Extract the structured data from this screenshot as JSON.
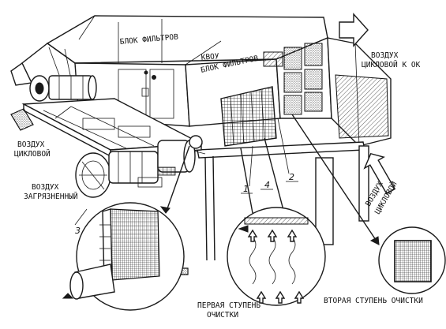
{
  "labels": {
    "filter_block": "БЛОК ФИЛЬТРОВ",
    "kvou": "КВОУ",
    "filter_block_2": "БЛОК ФИЛЬТРОВ",
    "air_cyclone_to_ok_1": "ВОЗДУХ",
    "air_cyclone_to_ok_2": "ЦИКЛОВОЙ К ОК",
    "air_cyclone_left_1": "ВОЗДУХ",
    "air_cyclone_left_2": "ЦИКЛОВОЙ",
    "air_dirty_1": "ВОЗДУХ",
    "air_dirty_2": "ЗАГРЯЗНЕННЫЙ",
    "air_cyclone_right_1": "ВОЗДУХ",
    "air_cyclone_right_2": "ЦИКЛОВОЙ",
    "stage1_1": "ПЕРВАЯ СТУПЕНЬ",
    "stage1_2": "ОЧИСТКИ",
    "stage2": "ВТОРАЯ СТУПЕНЬ ОЧИСТКИ"
  },
  "callouts": {
    "n1": "1",
    "n2": "2",
    "n3": "3",
    "n4": "4"
  },
  "icons": [
    "flow-arrow-icon",
    "fan-motor-icon",
    "filter-mesh-icon"
  ]
}
